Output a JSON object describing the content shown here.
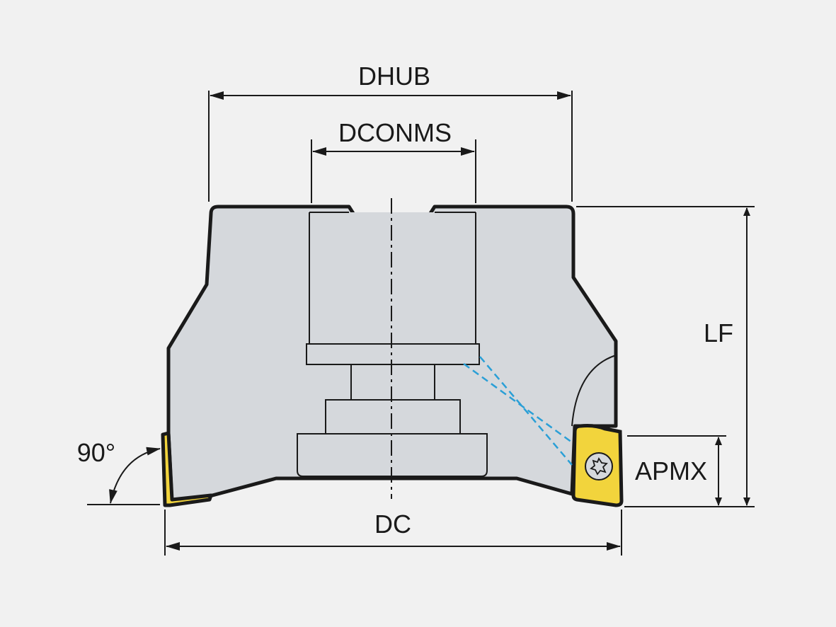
{
  "diagram": {
    "labels": {
      "dhub": "DHUB",
      "dconms": "DCONMS",
      "lf": "LF",
      "apmx": "APMX",
      "dc": "DC",
      "angle": "90°"
    },
    "colors": {
      "body": "#d5d8dc",
      "insert": "#f2d43c",
      "coolant": "#2a9fd6",
      "line": "#1a1a1a",
      "background": "#f1f1f1"
    }
  }
}
